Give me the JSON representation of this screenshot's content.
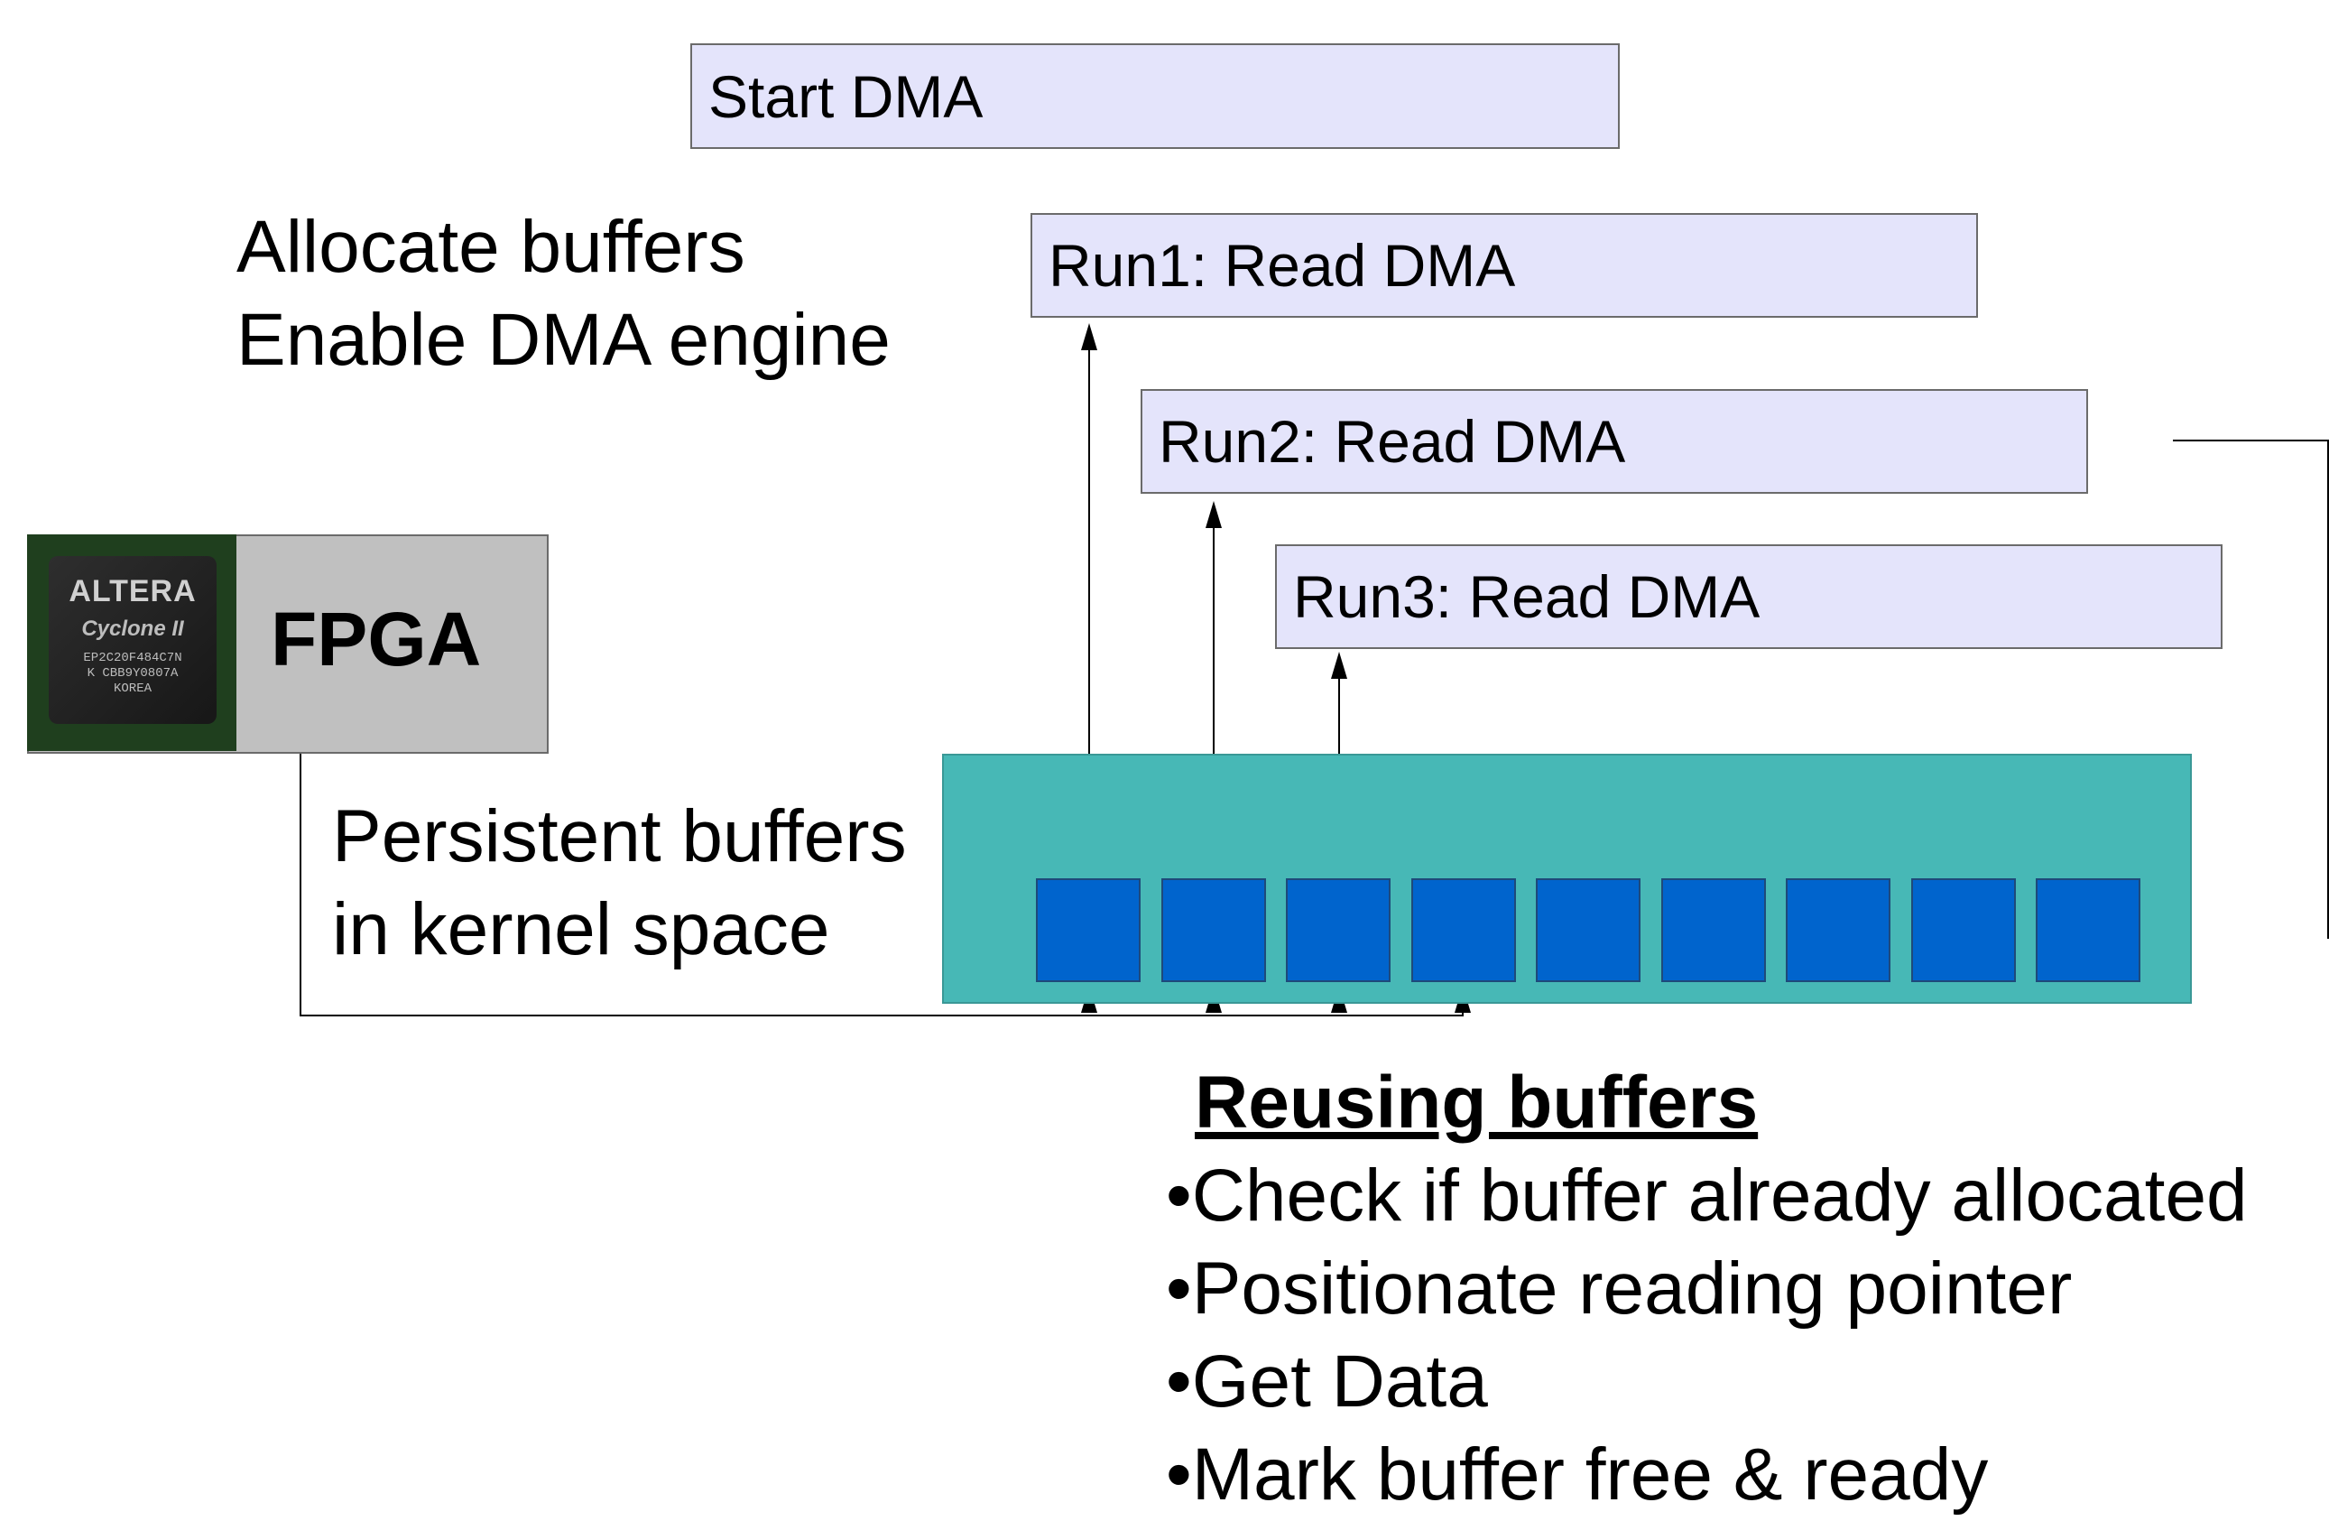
{
  "dma": {
    "start": "Start DMA",
    "run1": "Run1: Read DMA",
    "run2": "Run2: Read DMA",
    "run3": "Run3: Read DMA"
  },
  "setup": {
    "line1": "Allocate buffers",
    "line2": "Enable DMA engine"
  },
  "fpga": {
    "label": "FPGA",
    "chip": {
      "brand": "ALTERA",
      "family": "Cyclone II",
      "line1": "EP2C20F484C7N",
      "line2": "K CBB9Y0807A",
      "line3": "KOREA"
    }
  },
  "kernel": {
    "line1": "Persistent buffers",
    "line2": "in kernel space",
    "buffer_count": 9
  },
  "reuse": {
    "title": "Reusing buffers",
    "items": [
      "•Check if buffer already allocated",
      "•Positionate reading pointer",
      "•Get Data",
      "•Mark buffer free & ready"
    ]
  },
  "colors": {
    "dma_box": "#e4e4fb",
    "fpga_box": "#c0c0c0",
    "kernel_area": "#47b8b6",
    "buffer": "#0064cd"
  }
}
